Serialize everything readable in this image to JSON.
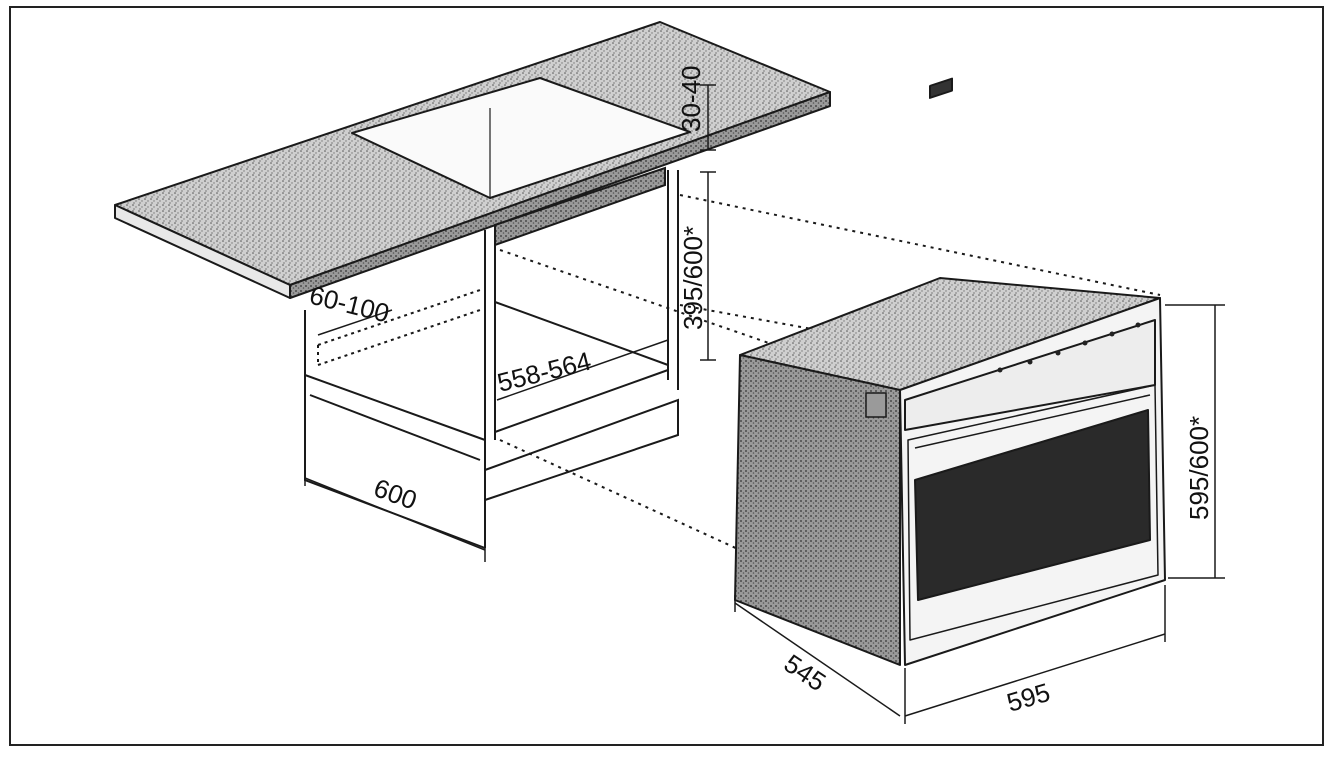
{
  "diagram": {
    "dimensions": {
      "counter_thickness": "30-40",
      "niche_height": "395/600*",
      "rear_gap": "60-100",
      "niche_width": "558-564",
      "cabinet_depth": "600",
      "oven_height": "595/600*",
      "oven_depth": "545",
      "oven_width": "595"
    }
  },
  "colors": {
    "line": "#1a1a1a",
    "countertop_fill": "#d9d9d9",
    "oven_glass": "#2a2a2a",
    "oven_side": "#8a8a8a"
  }
}
